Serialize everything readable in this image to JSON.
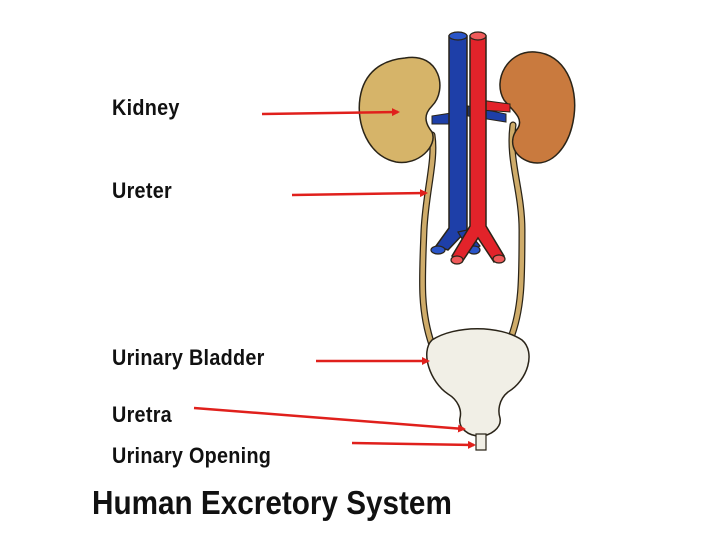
{
  "labels": {
    "kidney": "Kidney",
    "ureter": "Ureter",
    "urinary_bladder": "Urinary Bladder",
    "uretra": "Uretra",
    "urinary_opening": "Urinary Opening"
  },
  "title": "Human Excretory System",
  "colors": {
    "arrow": "#e0201c",
    "artery": "#e2232a",
    "vein": "#1e3fa8",
    "kidney_left": "#d6b469",
    "kidney_right": "#c97a3e",
    "ureter": "#cfac6a",
    "bladder": "#f1efe6",
    "outline": "#2a2418"
  }
}
